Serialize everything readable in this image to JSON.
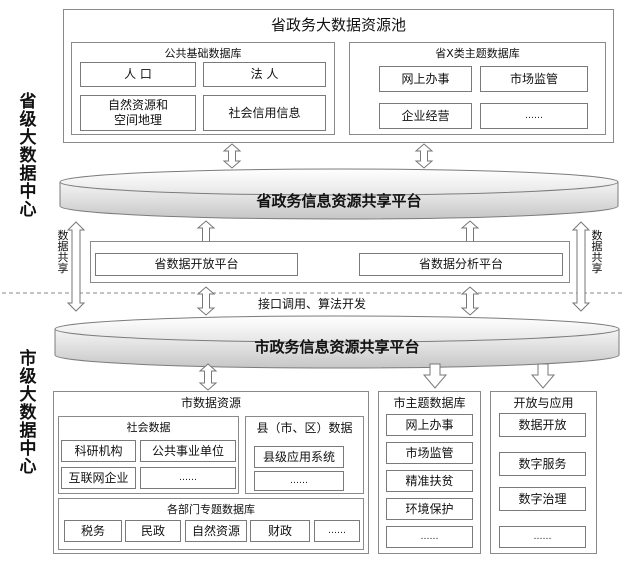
{
  "side": {
    "province": [
      "省",
      "级",
      "大",
      "数",
      "据",
      "中",
      "心"
    ],
    "city": [
      "市",
      "级",
      "大",
      "数",
      "据",
      "中",
      "心"
    ],
    "share_left": [
      "数",
      "据",
      "共",
      "享"
    ],
    "share_right": [
      "数",
      "据",
      "共",
      "享"
    ]
  },
  "province": {
    "pool_title": "省政务大数据资源池",
    "public_db": {
      "title": "公共基础数据库",
      "items": [
        "人  口",
        "法  人",
        "自然资源和\n空间地理",
        "社会信用信息"
      ]
    },
    "topic_db": {
      "title": "省X类主题数据库",
      "items": [
        "网上办事",
        "市场监管",
        "企业经营",
        "……"
      ]
    },
    "platform": "省政务信息资源共享平台",
    "open_platform": "省数据开放平台",
    "analysis_platform": "省数据分析平台"
  },
  "interface_label": "接口调用、算法开发",
  "city": {
    "platform": "市政务信息资源共享平台",
    "resources": {
      "title": "市数据资源",
      "social": {
        "title": "社会数据",
        "items": [
          "科研机构",
          "公共事业单位",
          "互联网企业",
          "……"
        ]
      },
      "county": {
        "title": "县（市、区）数据",
        "items": [
          "县级应用系统",
          "……"
        ]
      },
      "dept": {
        "title": "各部门专题数据库",
        "items": [
          "税务",
          "民政",
          "自然资源",
          "财政",
          "……"
        ]
      }
    },
    "topic_db": {
      "title": "市主题数据库",
      "items": [
        "网上办事",
        "市场监管",
        "精准扶贫",
        "环境保护",
        "……"
      ]
    },
    "apps": {
      "title": "开放与应用",
      "items": [
        "数据开放",
        "数字服务",
        "数字治理",
        "……"
      ]
    }
  }
}
